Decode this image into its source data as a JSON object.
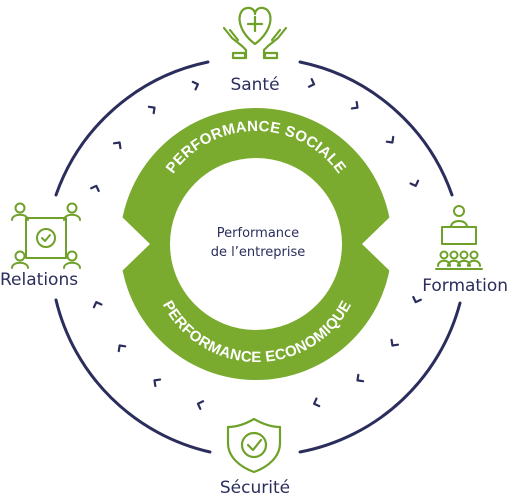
{
  "colors": {
    "ring_green": "#7aab2f",
    "navy": "#2b2e5c",
    "icon_green": "#6fa12a",
    "background": "#ffffff"
  },
  "center": {
    "line1": "Performance",
    "line2": "de l’entreprise"
  },
  "ring": {
    "top_text": "PERFORMANCE SOCIALE",
    "bottom_text": "PERFORMANCE ECONOMIQUE"
  },
  "nodes": {
    "top": {
      "label": "Santé",
      "icon": "heart-in-hands-icon"
    },
    "right": {
      "label": "Formation",
      "icon": "classroom-trainer-icon"
    },
    "bottom": {
      "label": "Sécurité",
      "icon": "shield-check-icon"
    },
    "left": {
      "label": "Relations",
      "icon": "people-meeting-icon"
    }
  }
}
